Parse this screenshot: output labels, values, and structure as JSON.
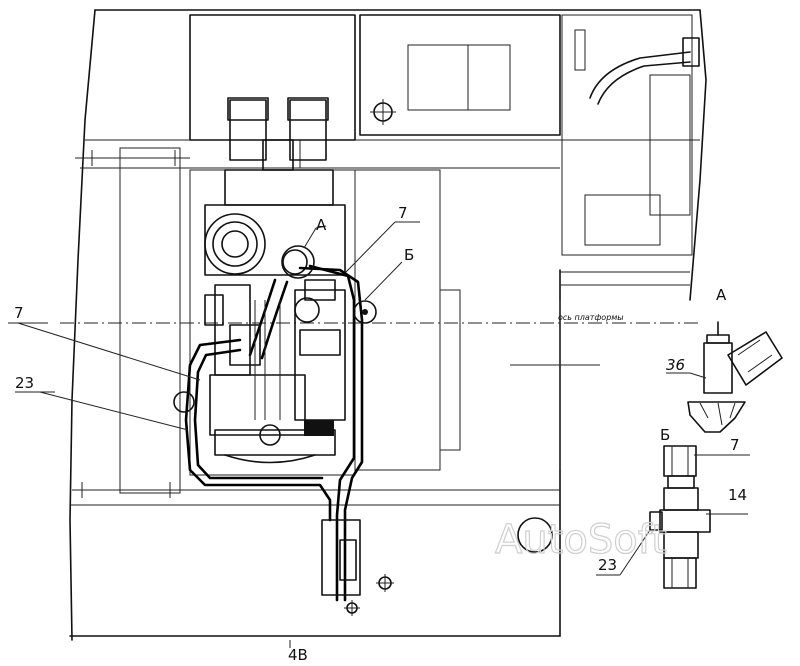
{
  "labels": {
    "callout_A": "А",
    "callout_B": "Б",
    "part_7_top": "7",
    "part_7_left": "7",
    "part_23_left": "23",
    "view_A_title": "А",
    "part_36": "36",
    "view_B_title": "Б",
    "part_7_view_b": "7",
    "part_14": "14",
    "part_23_view_b": "23",
    "axis_note": "ось платформы",
    "bottom_mark": "4В"
  },
  "watermark": "AutoSoft",
  "colors": {
    "line": "#111111",
    "background": "#ffffff",
    "watermark": "#cfcfcf"
  }
}
